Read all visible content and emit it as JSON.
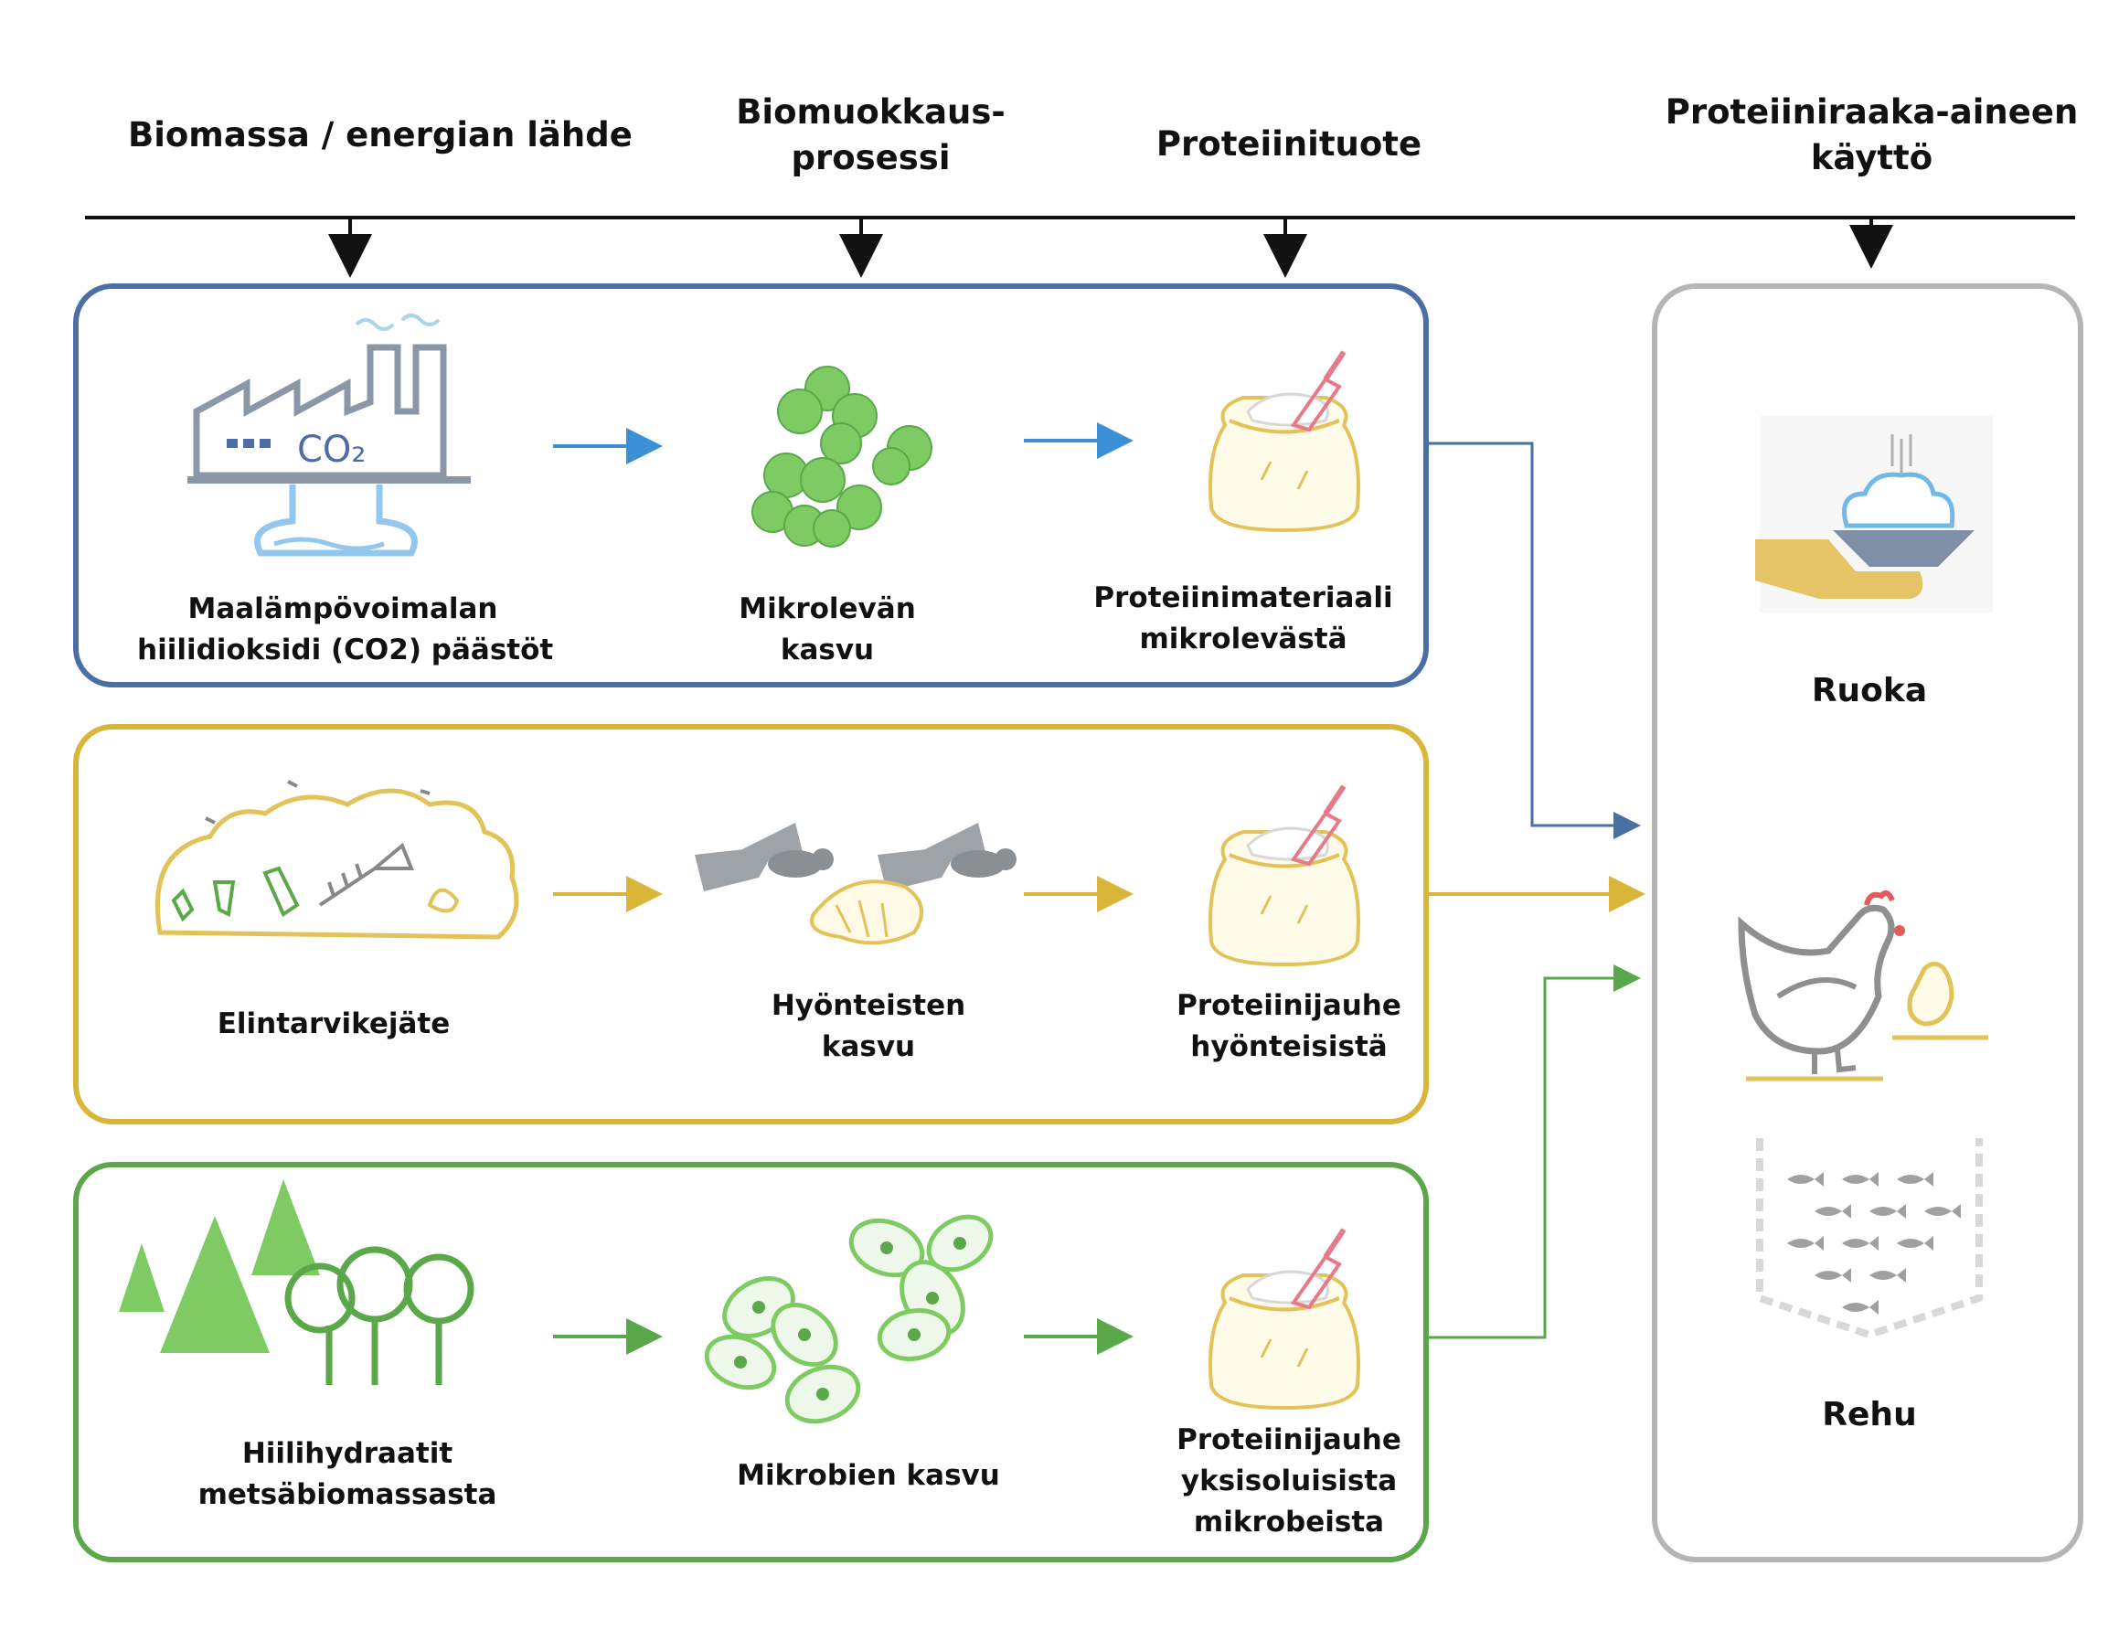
{
  "headers": {
    "source": [
      "Biomassa / energian lähde"
    ],
    "process": [
      "Biomuokkaus-",
      "prosessi"
    ],
    "product": [
      "Proteiinituote"
    ],
    "use": [
      "Proteiiniraaka-aineen",
      "käyttö"
    ]
  },
  "rows": [
    {
      "id": "microalgae",
      "color": "#4a6fa5",
      "arrow_color": "#3b8fd4",
      "source": [
        "Maalämpövoimalan",
        "hiilidioksidi (CO2) päästöt"
      ],
      "process": [
        "Mikrolevän",
        "kasvu"
      ],
      "product": [
        "Proteiinimateriaali",
        "mikrolevästä"
      ]
    },
    {
      "id": "insects",
      "color": "#d9b63a",
      "arrow_color": "#d9b63a",
      "source": [
        "Elintarvikejäte"
      ],
      "process": [
        "Hyönteisten",
        "kasvu"
      ],
      "product": [
        "Proteiinijauhe",
        "hyönteisistä"
      ]
    },
    {
      "id": "microbes",
      "color": "#5aa84a",
      "arrow_color": "#5aa84a",
      "source": [
        "Hiilihydraatit",
        "metsäbiomassasta"
      ],
      "process": [
        "Mikrobien kasvu"
      ],
      "product": [
        "Proteiinijauhe",
        "yksisoluisista",
        "mikrobeista"
      ]
    }
  ],
  "uses": {
    "food": "Ruoka",
    "feed": "Rehu"
  },
  "icons": {
    "co2_text": "CO₂"
  }
}
